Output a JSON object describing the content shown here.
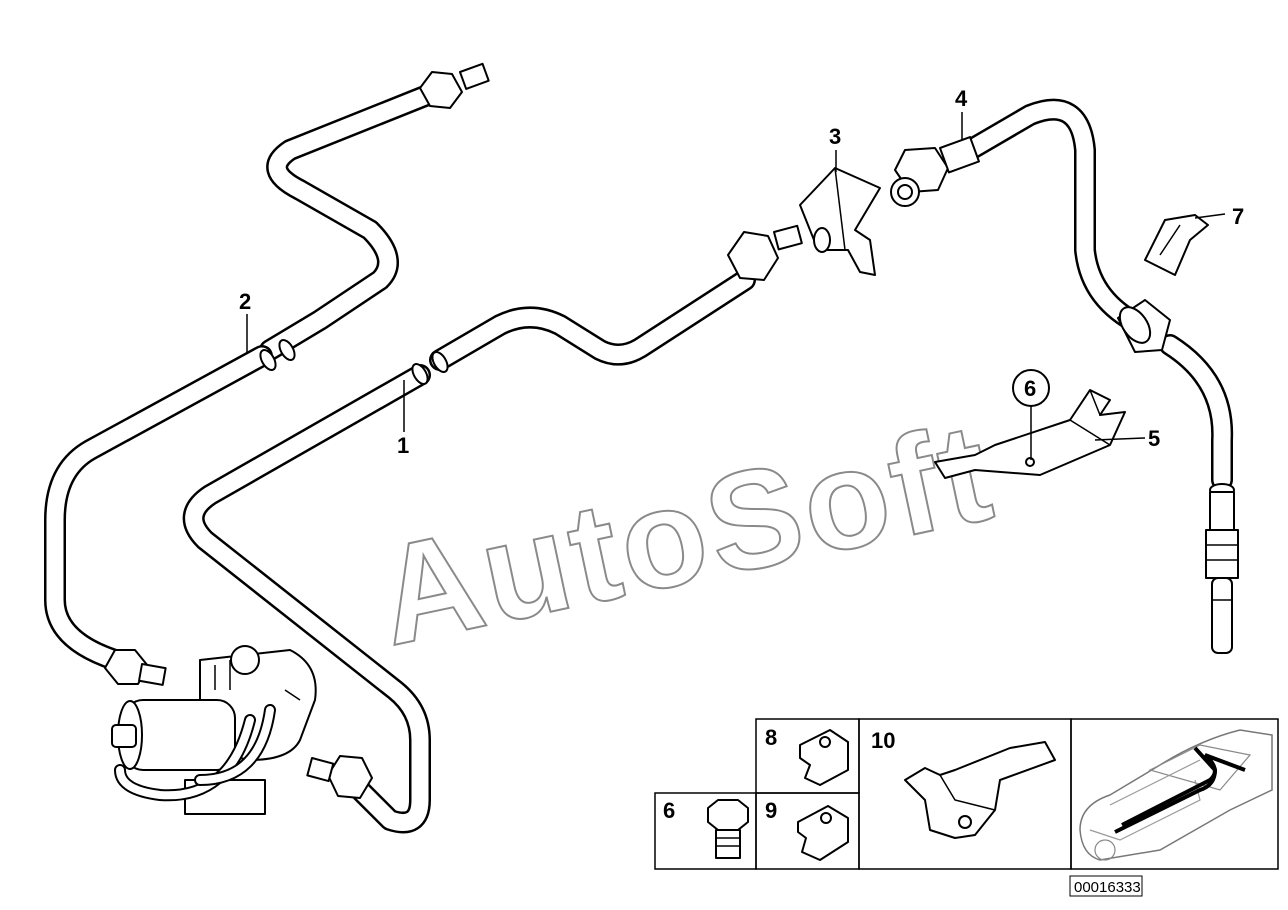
{
  "callouts": {
    "c1": "1",
    "c2": "2",
    "c3": "3",
    "c4": "4",
    "c5": "5",
    "c6": "6",
    "c7": "7"
  },
  "legend": {
    "c8": "8",
    "c9": "9",
    "c10": "10",
    "c6": "6"
  },
  "watermark": "AutoSoft",
  "part_number": "00016333"
}
